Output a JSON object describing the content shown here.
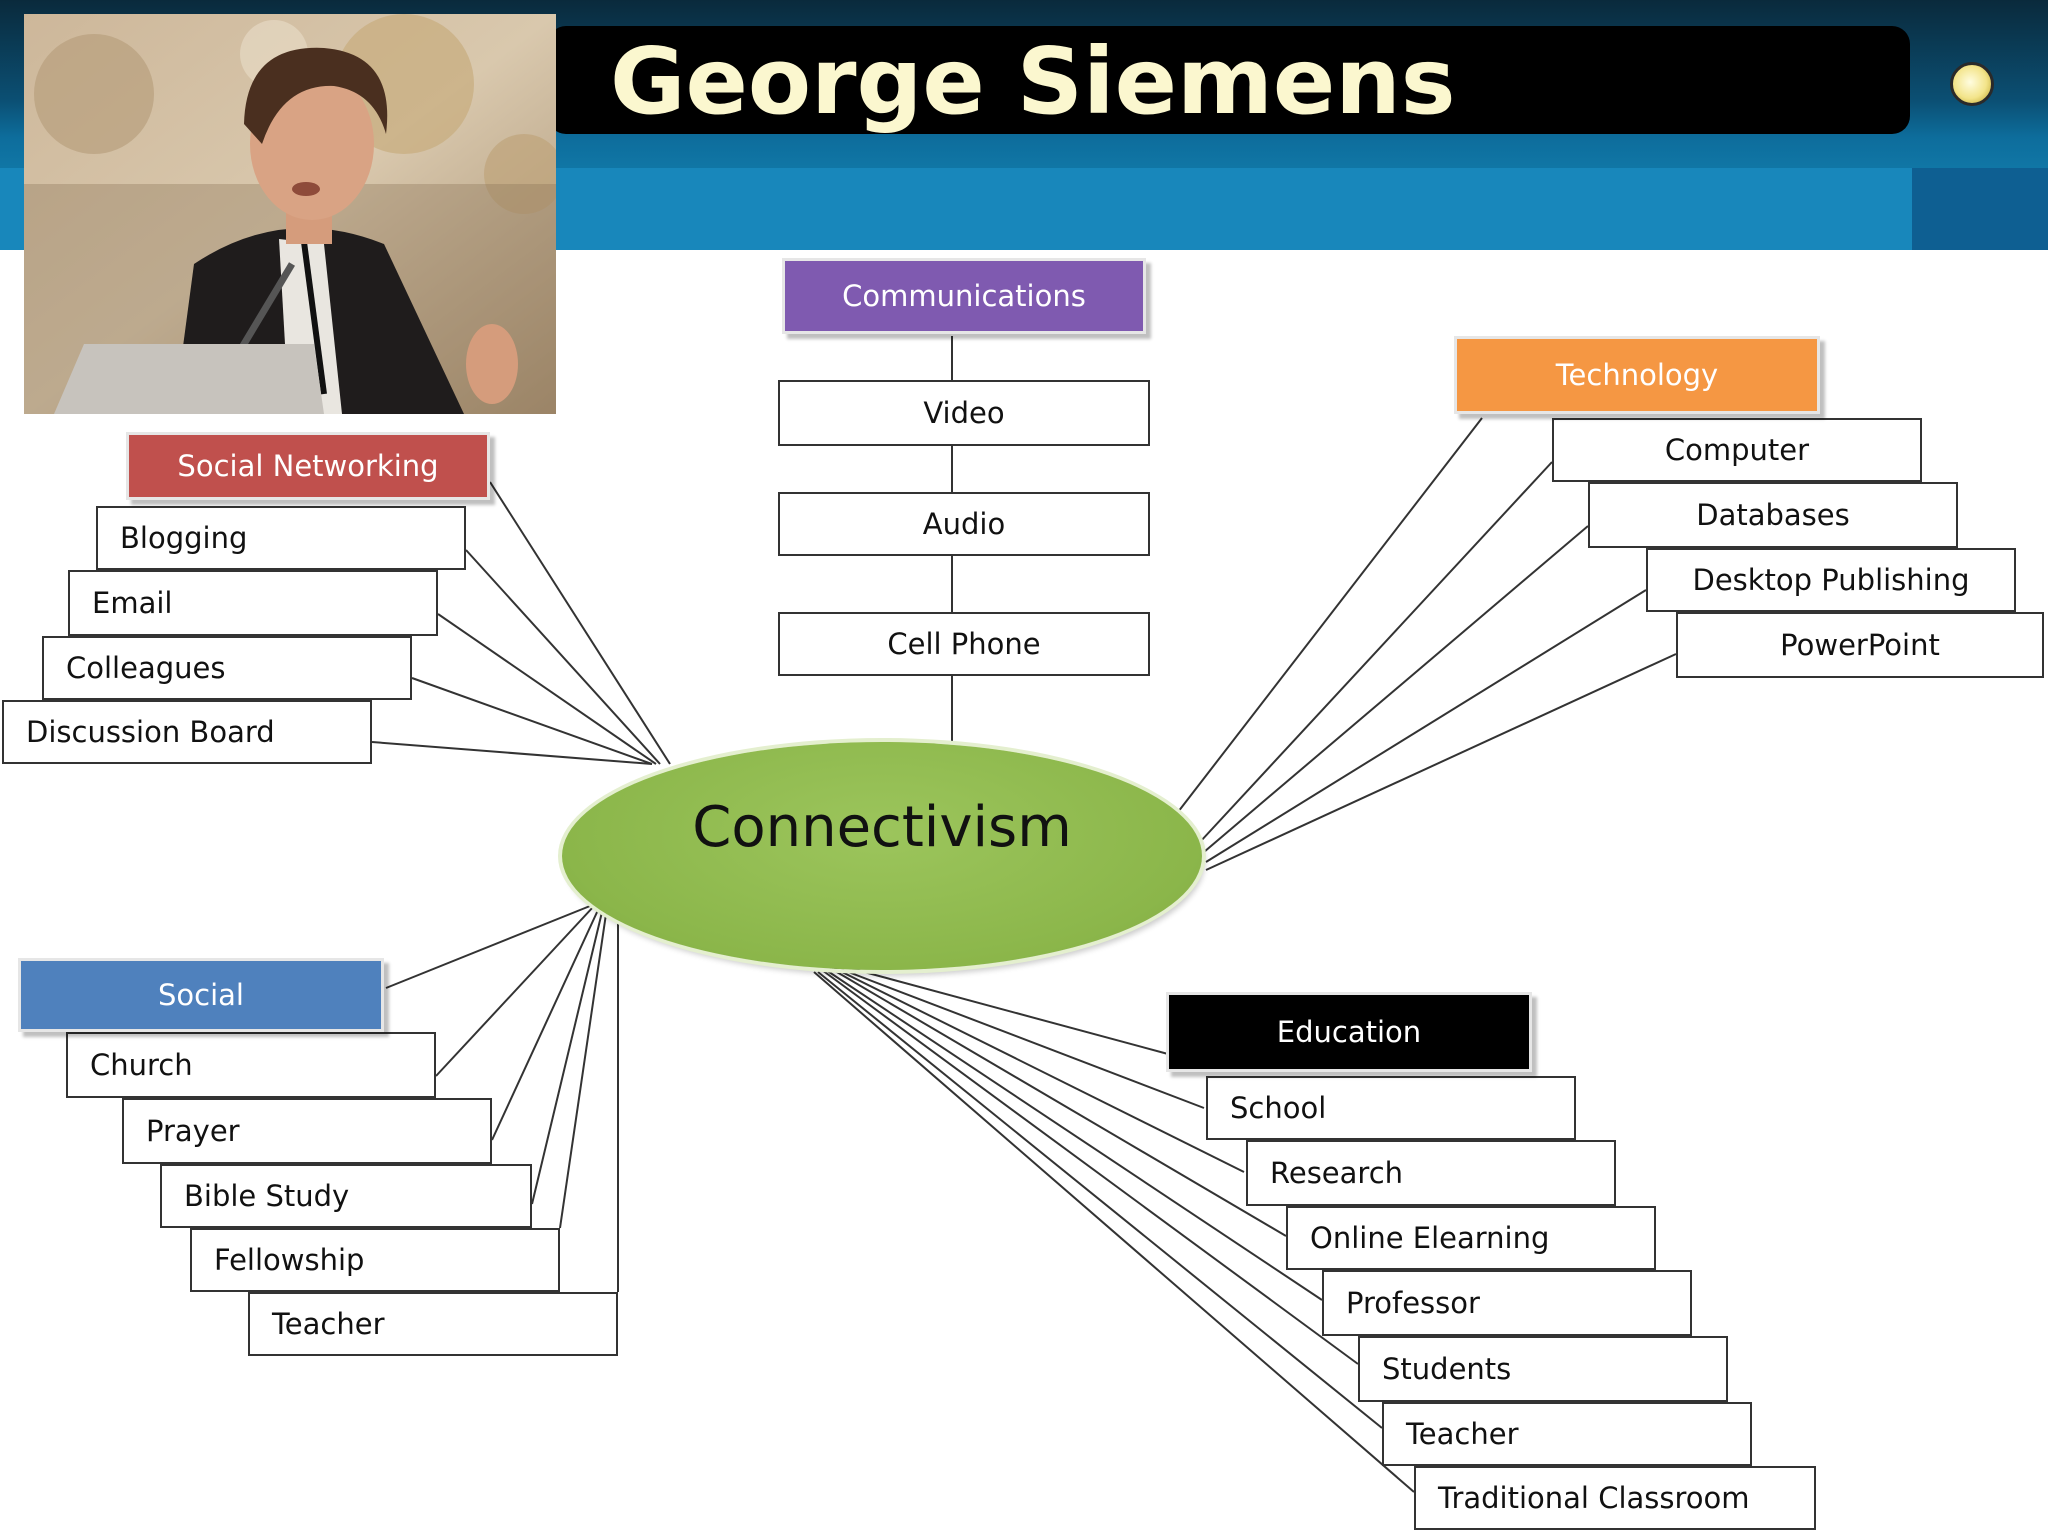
{
  "slide": {
    "title": "George Siemens"
  },
  "diagram": {
    "center": "Connectivism",
    "communications": {
      "label": "Communications",
      "color": "#7f5ab0",
      "items": [
        "Video",
        "Audio",
        "Cell Phone"
      ]
    },
    "technology": {
      "label": "Technology",
      "color": "#f59743",
      "items": [
        "Computer",
        "Databases",
        "Desktop Publishing",
        "PowerPoint"
      ]
    },
    "social_networking": {
      "label": "Social Networking",
      "color": "#c0504d",
      "items": [
        "Blogging",
        "Email",
        "Colleagues",
        "Discussion Board"
      ]
    },
    "social": {
      "label": "Social",
      "color": "#4f81bd",
      "items": [
        "Church",
        "Prayer",
        "Bible Study",
        "Fellowship",
        "Teacher"
      ]
    },
    "education": {
      "label": "Education",
      "color": "#000000",
      "items": [
        "School",
        "Research",
        "Online Elearning",
        "Professor",
        "Students",
        "Teacher",
        "Traditional Classroom"
      ]
    }
  }
}
